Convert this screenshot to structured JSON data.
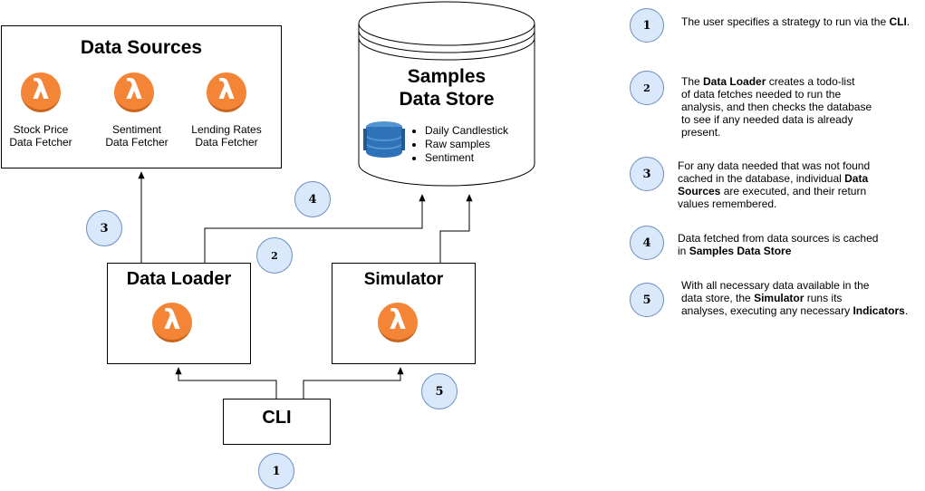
{
  "data_sources": {
    "title": "Data Sources",
    "fetchers": [
      {
        "line1": "Stock Price",
        "line2": "Data Fetcher"
      },
      {
        "line1": "Sentiment",
        "line2": "Data Fetcher"
      },
      {
        "line1": "Lending Rates",
        "line2": "Data Fetcher"
      }
    ]
  },
  "samples_store": {
    "title_line1": "Samples",
    "title_line2": "Data Store",
    "items": [
      "Daily Candlestick",
      "Raw samples",
      "Sentiment"
    ]
  },
  "data_loader": {
    "title": "Data Loader"
  },
  "simulator": {
    "title": "Simulator"
  },
  "cli": {
    "title": "CLI"
  },
  "lambda_glyph": "λ",
  "steps": {
    "s1": "1",
    "s2": "2",
    "s3": "3",
    "s4": "4",
    "s5": "5"
  },
  "descriptions": [
    {
      "number": "1",
      "parts": {
        "a": "The user specifies a strategy to run via the ",
        "b": "CLI",
        "c": "."
      }
    },
    {
      "number": "2",
      "parts": {
        "a": "The ",
        "b": "Data Loader",
        "c": " creates a todo-list",
        "d": "of data fetches needed to run the",
        "e": "analysis, and then checks the database",
        "f": "to see if any needed data is already",
        "g": "present."
      }
    },
    {
      "number": "3",
      "parts": {
        "a": "For any data needed that was not found",
        "b": "cached in the database, individual ",
        "c": "Data",
        "d": "Sources",
        "e": " are executed, and their return",
        "f": "values remembered."
      }
    },
    {
      "number": "4",
      "parts": {
        "a": "Data fetched from data sources is cached",
        "b": "in ",
        "c": "Samples Data Store"
      }
    },
    {
      "number": "5",
      "parts": {
        "a": "With all necessary data available in the",
        "b": "data store, the ",
        "c": "Simulator",
        "d": " runs its",
        "e": "analyses, executing any necessary ",
        "f": "Indicators",
        "g": "."
      }
    }
  ],
  "colors": {
    "lambda_orange": "#f58536",
    "step_fill": "#dae8fc",
    "step_stroke": "#6c8ebf",
    "dynamo_blue": "#2e73b8"
  }
}
